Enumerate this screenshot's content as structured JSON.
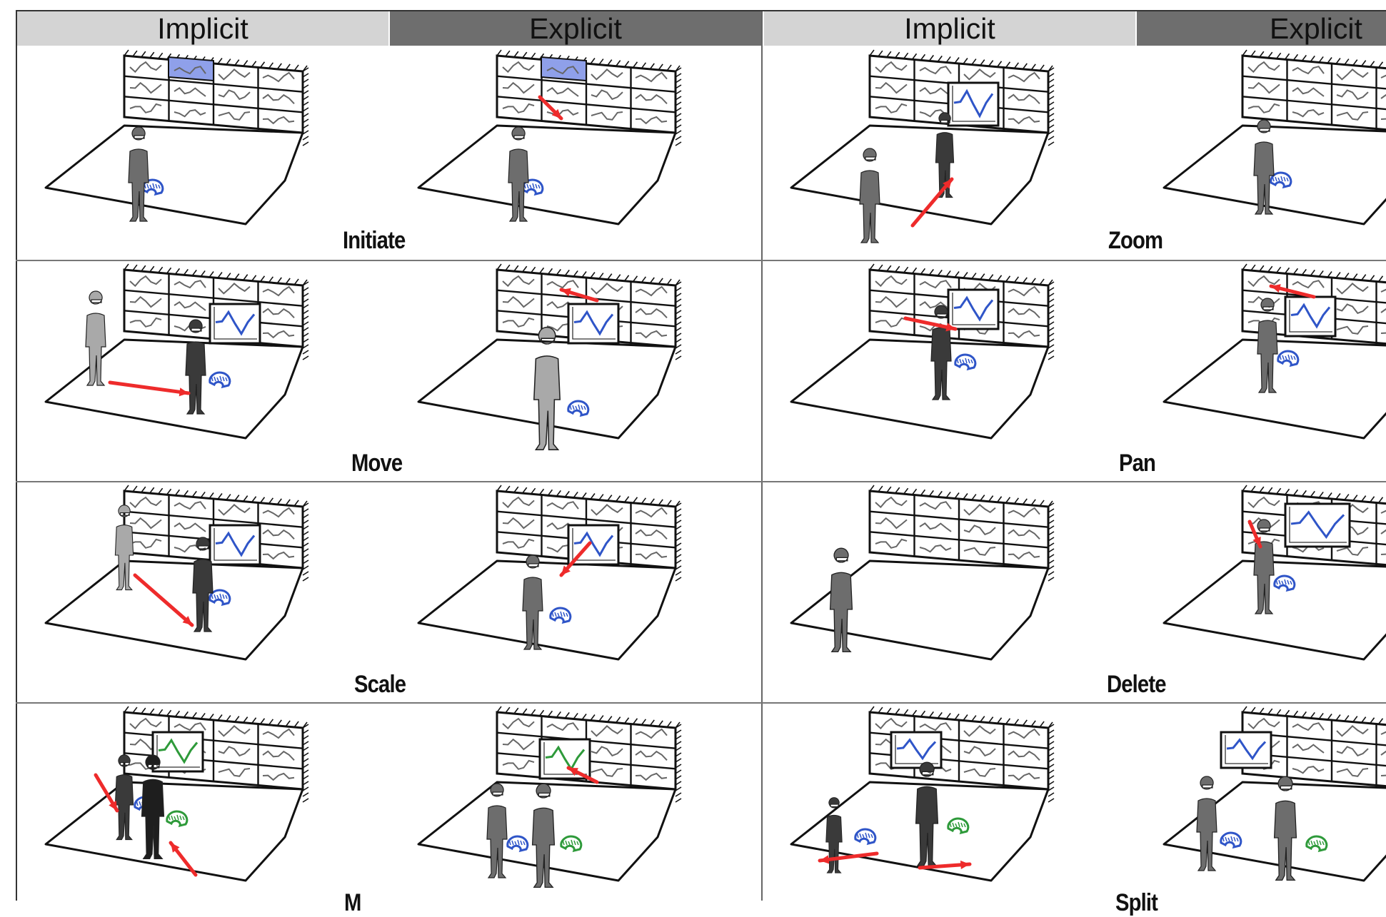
{
  "headers": {
    "left_implicit": "Implicit",
    "left_explicit": "Explicit",
    "right_implicit": "Implicit",
    "right_explicit": "Explicit"
  },
  "actions": {
    "initiate": "Initiate",
    "zoom": "Zoom",
    "move": "Move",
    "pan": "Pan",
    "scale": "Scale",
    "delete": "Delete",
    "merge": "M",
    "split": "Split"
  },
  "colors": {
    "arrow": "#ee2b2b",
    "user_blue": "#2f55c8",
    "user_green": "#2e9a3a",
    "highlight": "#8fa0ea",
    "person_dark": "#3a3a3a",
    "person_mid": "#6d6d6d",
    "person_light": "#a9a9a9"
  },
  "icons": [
    "person-silhouette",
    "wall-display",
    "floor",
    "pointing-arrow",
    "user-blob"
  ]
}
